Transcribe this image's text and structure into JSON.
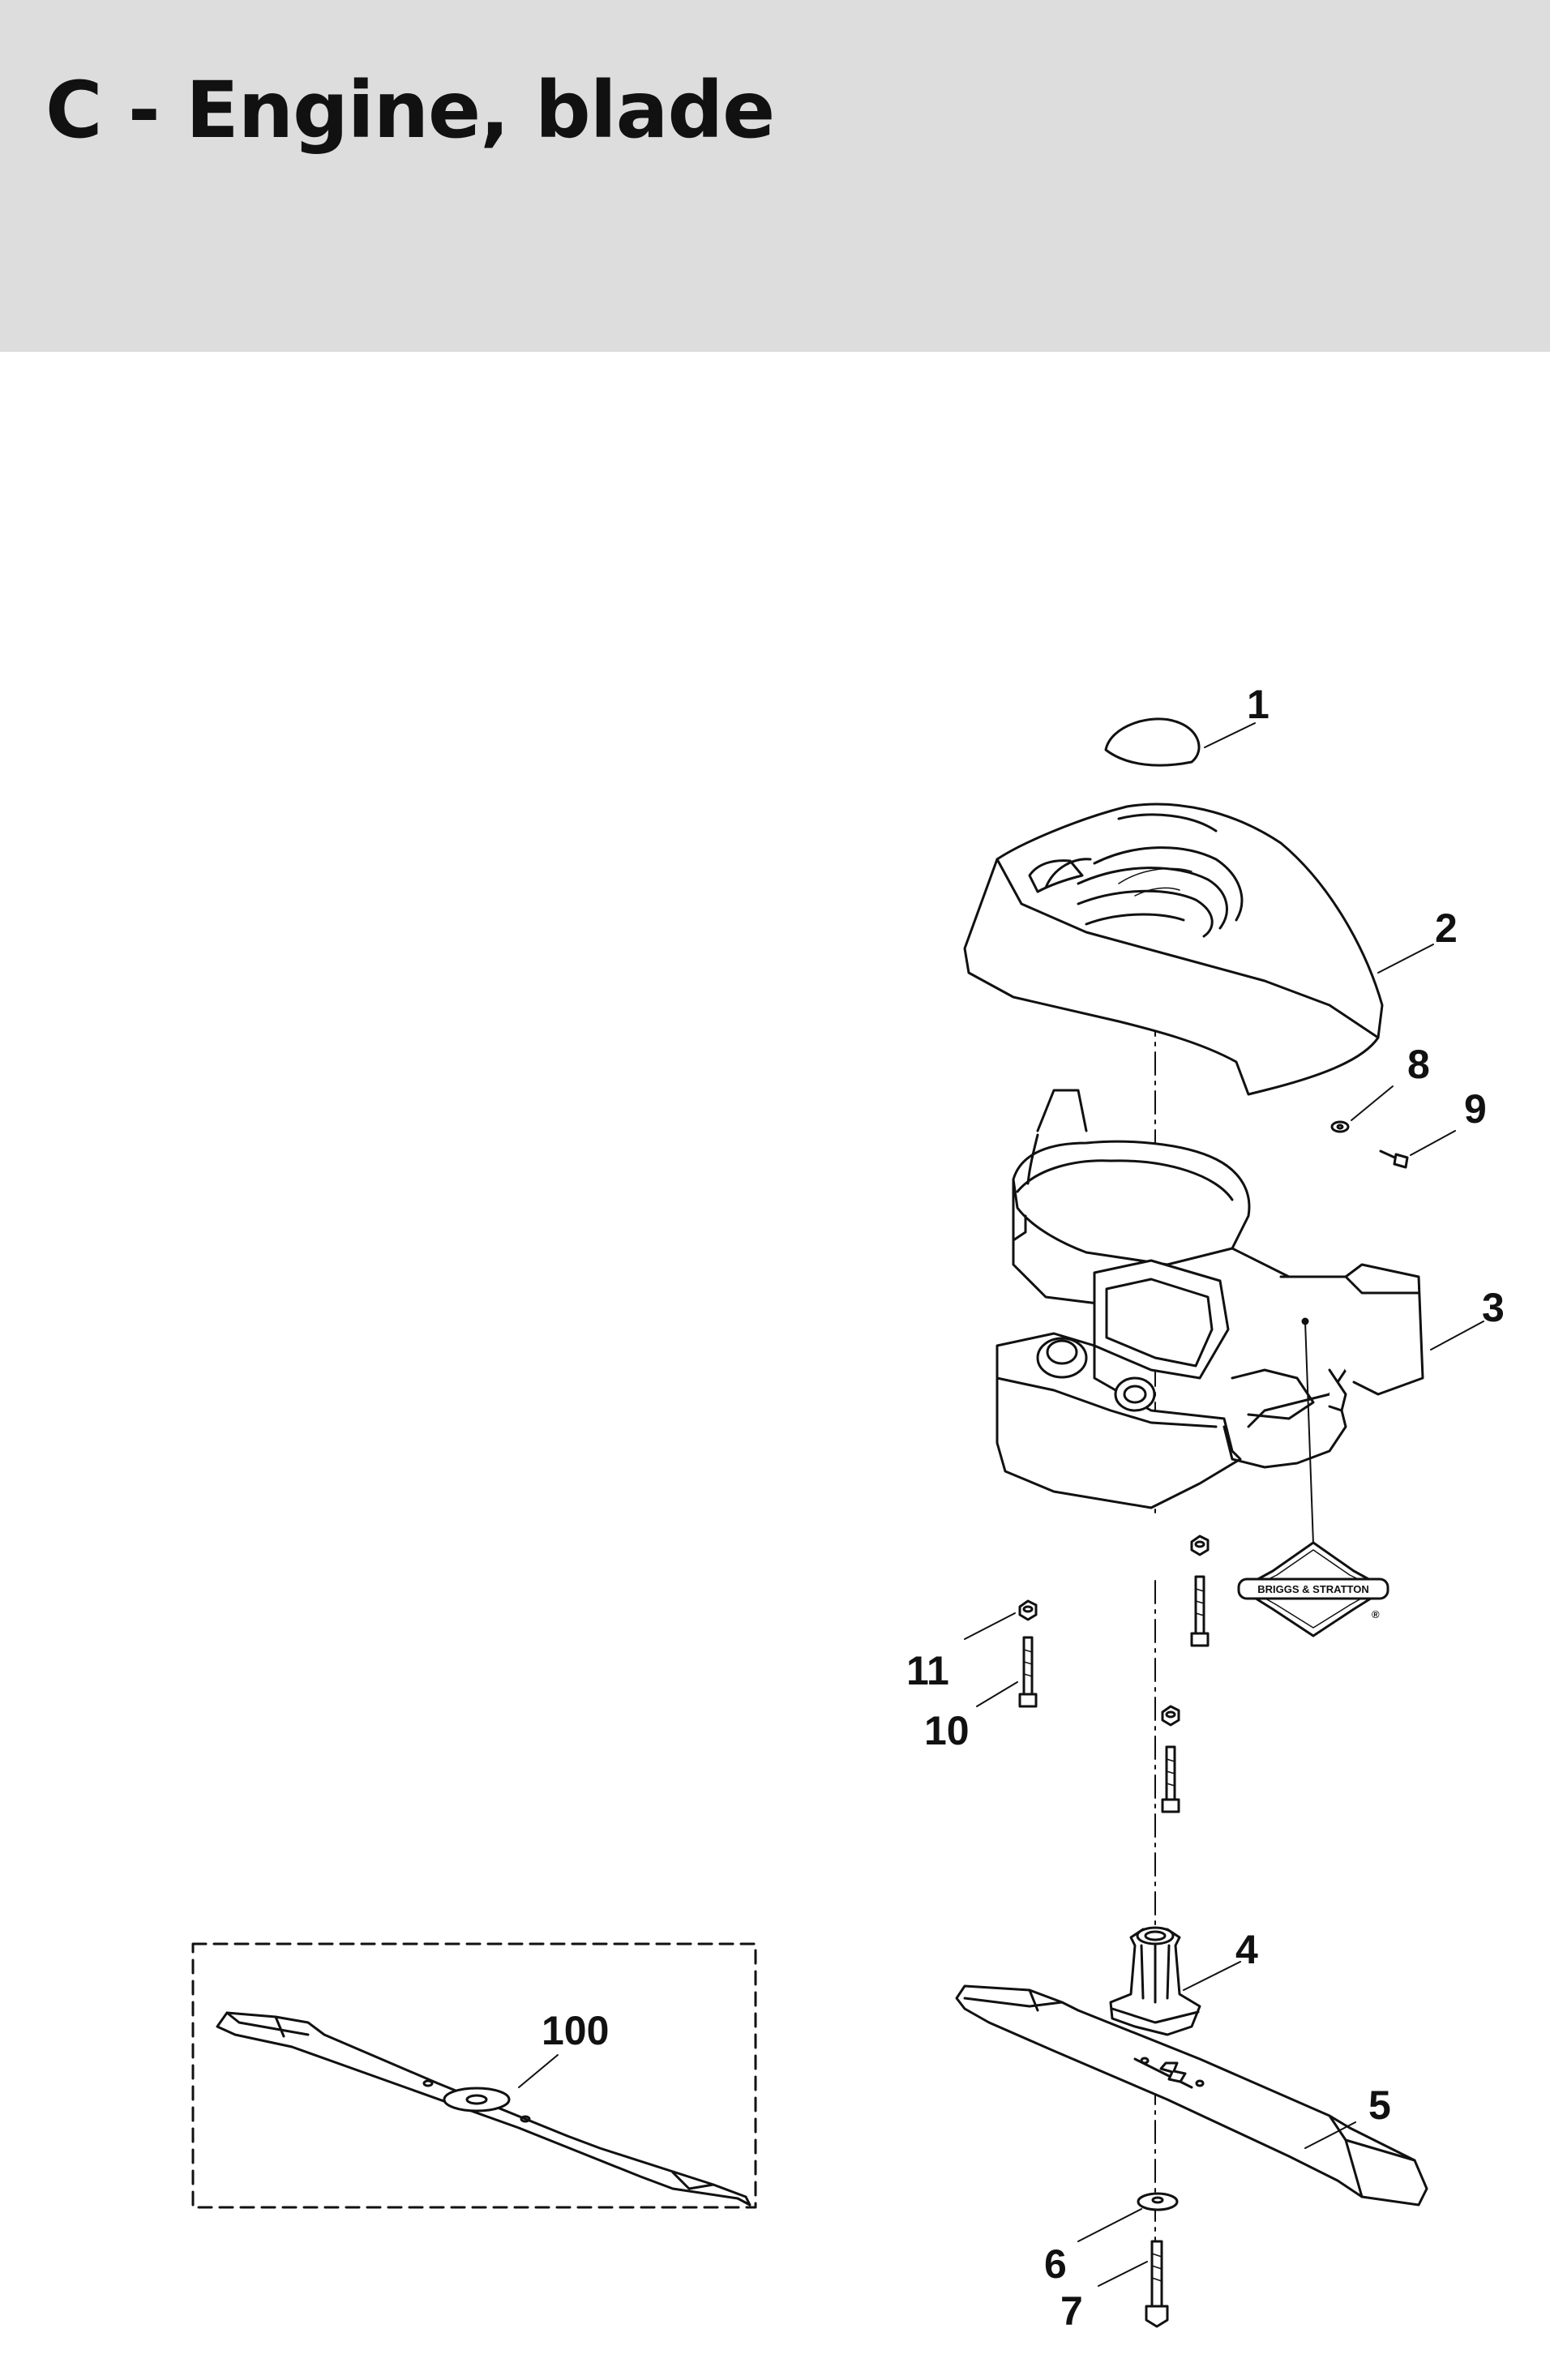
{
  "page": {
    "title": "C - Engine, blade"
  },
  "logo": {
    "brand": "BRIGGS & STRATTON",
    "registered_mark": "®"
  },
  "callouts": [
    {
      "id": "1",
      "label": "1"
    },
    {
      "id": "2",
      "label": "2"
    },
    {
      "id": "3",
      "label": "3"
    },
    {
      "id": "4",
      "label": "4"
    },
    {
      "id": "5",
      "label": "5"
    },
    {
      "id": "6",
      "label": "6"
    },
    {
      "id": "7",
      "label": "7"
    },
    {
      "id": "8",
      "label": "8"
    },
    {
      "id": "9",
      "label": "9"
    },
    {
      "id": "10",
      "label": "10"
    },
    {
      "id": "11",
      "label": "11"
    },
    {
      "id": "100",
      "label": "100"
    }
  ],
  "colors": {
    "header_background": "#dcdddc",
    "line": "#111111"
  }
}
